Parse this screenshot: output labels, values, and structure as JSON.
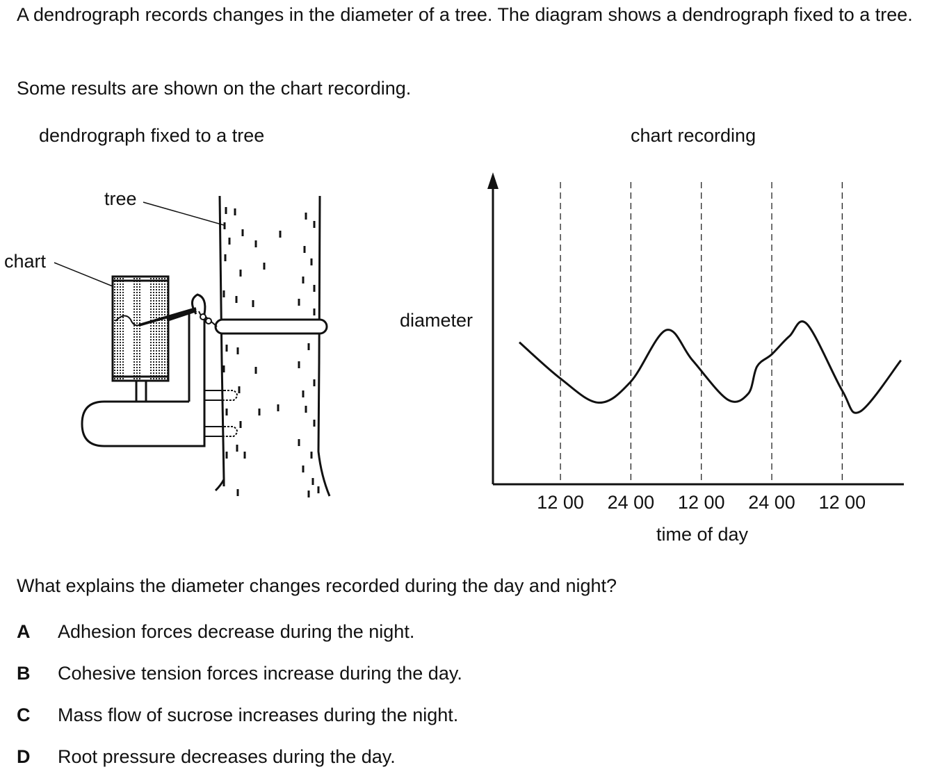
{
  "intro": "A dendrograph records changes in the diameter of a tree. The diagram shows a dendrograph fixed to a tree.",
  "results": "Some results are shown on the chart recording.",
  "figure_left": {
    "title": "dendrograph fixed to a tree",
    "label_tree": "tree",
    "label_chart": "chart"
  },
  "figure_right": {
    "title": "chart recording"
  },
  "question": "What explains the diameter changes recorded during the day and night?",
  "options": [
    {
      "letter": "A",
      "text": "Adhesion forces decrease during the night."
    },
    {
      "letter": "B",
      "text": "Cohesive tension forces increase during the day."
    },
    {
      "letter": "C",
      "text": "Mass flow of sucrose increases during the night."
    },
    {
      "letter": "D",
      "text": "Root pressure decreases during the day."
    }
  ],
  "chart_data": {
    "type": "line",
    "title": "chart recording",
    "xlabel": "time of day",
    "ylabel": "diameter",
    "x_ticks": [
      "12 00",
      "24 00",
      "12 00",
      "24 00",
      "12 00"
    ],
    "x_tick_hours": [
      12,
      24,
      36,
      48,
      60
    ],
    "xlim": [
      0.5,
      70.5
    ],
    "ylim": [
      0,
      1
    ],
    "grid": "dashed vertical lines at tick positions",
    "series": [
      {
        "x": [
          5,
          12,
          18.5,
          24,
          30,
          34.5,
          40.5,
          44,
          45.5,
          48,
          51,
          54,
          60,
          63,
          70
        ],
        "y": [
          0.47,
          0.35,
          0.27,
          0.34,
          0.51,
          0.41,
          0.28,
          0.3,
          0.39,
          0.43,
          0.49,
          0.53,
          0.31,
          0.24,
          0.41
        ]
      }
    ]
  }
}
